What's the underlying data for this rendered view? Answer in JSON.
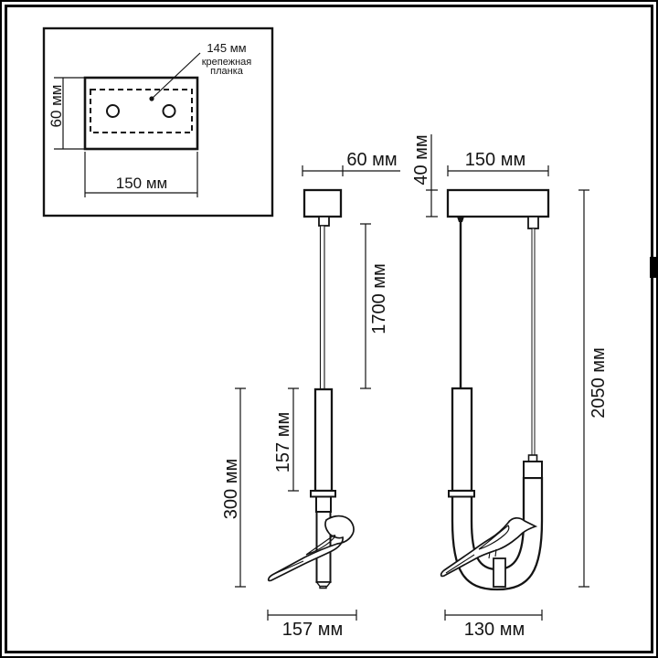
{
  "diagram": {
    "title_semantic": "pendant lamp dimension drawing",
    "inset": {
      "hole_spacing_label": "145 мм",
      "part_label_line1": "крепежная",
      "part_label_line2": "планка",
      "plate_height": "60 мм",
      "plate_width": "150 мм"
    },
    "cord_pendant": {
      "canopy_width": "60 мм",
      "cord_length": "1700 мм",
      "stem_length": "157 мм",
      "fixture_height": "300 мм",
      "fixture_width": "157 мм"
    },
    "rod_pendant": {
      "canopy_width": "150 мм",
      "canopy_height": "40 мм",
      "total_height": "2050 мм",
      "fixture_width": "130 мм"
    },
    "colors": {
      "line": "#141414",
      "frame": "#000000",
      "background": "#ffffff"
    }
  }
}
